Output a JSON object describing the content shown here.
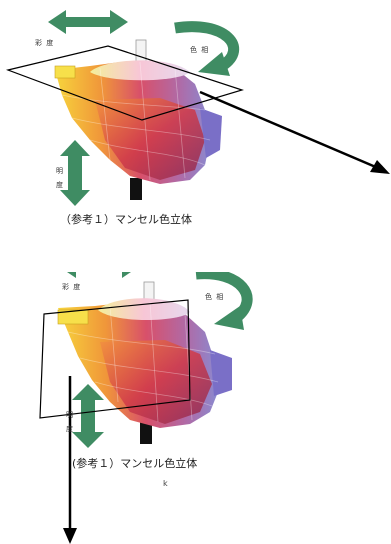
{
  "figures": [
    {
      "labels": {
        "chroma": "彩 度",
        "hue": "色 相",
        "value": "明 度"
      },
      "caption": "（参考１）マンセル色立体"
    },
    {
      "labels": {
        "chroma": "彩 度",
        "hue": "色 相",
        "value": "明 度"
      },
      "caption": "(参考１）マンセル色立体"
    }
  ],
  "colors": {
    "arrow_green": "#3f8c63",
    "line": "#000000"
  },
  "icons": [
    "chroma-arrow-icon",
    "hue-arrow-icon",
    "value-arrow-icon",
    "cursor-icon"
  ],
  "cursor_mark": "k"
}
